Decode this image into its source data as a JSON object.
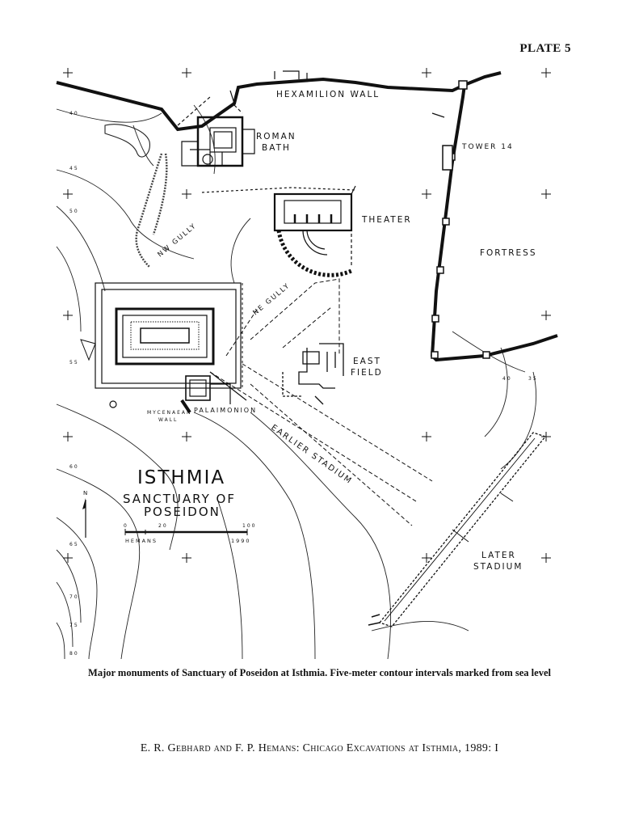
{
  "plate": "PLATE 5",
  "map": {
    "site_title": "ISTHMIA",
    "subtitle_line1": "SANCTUARY OF",
    "subtitle_line2": "POSEIDON",
    "labels": {
      "hexamilion": "HEXAMILION WALL",
      "roman1": "ROMAN",
      "roman2": "BATH",
      "tower": "TOWER 14",
      "theater": "THEATER",
      "fortress": "FORTRESS",
      "nwgully": "NW GULLY",
      "negully": "NE GULLY",
      "east1": "EAST",
      "east2": "FIELD",
      "myc1": "MYCENAEAN",
      "myc2": "WALL",
      "palaimonion": "PALAIMONION",
      "earlier": "EARLIER STADIUM",
      "later1": "LATER",
      "later2": "STADIUM"
    },
    "scale": {
      "t0": "0",
      "t20": "20",
      "t100": "100",
      "author": "HEMANS",
      "year": "1990",
      "north": "N"
    },
    "contours": {
      "c40a": "40",
      "c45": "45",
      "c50": "50",
      "c55": "55",
      "c60": "60",
      "c65": "65",
      "c70": "70",
      "c75": "75",
      "c80": "80",
      "c40b": "40",
      "c35": "35"
    }
  },
  "caption": "Major monuments of Sanctuary of Poseidon at Isthmia. Five-meter contour intervals marked from sea level",
  "citation": "E. R. Gebhard and F. P. Hemans: Chicago Excavations at Isthmia, 1989: I"
}
